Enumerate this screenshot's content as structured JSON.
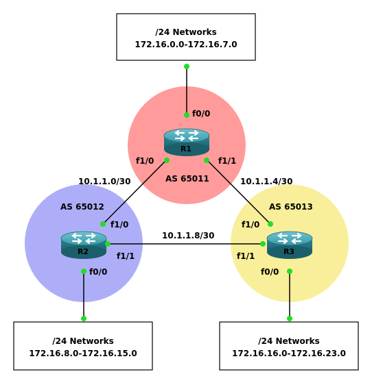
{
  "colors": {
    "as65011": "#ff9b9b",
    "as65012": "#aeaef8",
    "as65013": "#f9ef9a",
    "port": "#22dd22",
    "router": "#2f8f9d"
  },
  "networks": {
    "top": {
      "line1": "/24 Networks",
      "line2": "172.16.0.0-172.16.7.0"
    },
    "left": {
      "line1": "/24 Networks",
      "line2": "172.16.8.0-172.16.15.0"
    },
    "right": {
      "line1": "/24 Networks",
      "line2": "172.16.16.0-172.16.23.0"
    }
  },
  "as": {
    "r1": "AS 65011",
    "r2": "AS 65012",
    "r3": "AS 65013"
  },
  "routers": {
    "r1": {
      "name": "R1",
      "icon": "router-icon"
    },
    "r2": {
      "name": "R2",
      "icon": "router-icon"
    },
    "r3": {
      "name": "R3",
      "icon": "router-icon"
    }
  },
  "interfaces": {
    "r1_f00": "f0/0",
    "r1_f10": "f1/0",
    "r1_f11": "f1/1",
    "r2_f10": "f1/0",
    "r2_f11": "f1/1",
    "r2_f00": "f0/0",
    "r3_f10": "f1/0",
    "r3_f11": "f1/1",
    "r3_f00": "f0/0"
  },
  "subnets": {
    "r1_r2": "10.1.1.0/30",
    "r1_r3": "10.1.1.4/30",
    "r2_r3": "10.1.1.8/30"
  }
}
